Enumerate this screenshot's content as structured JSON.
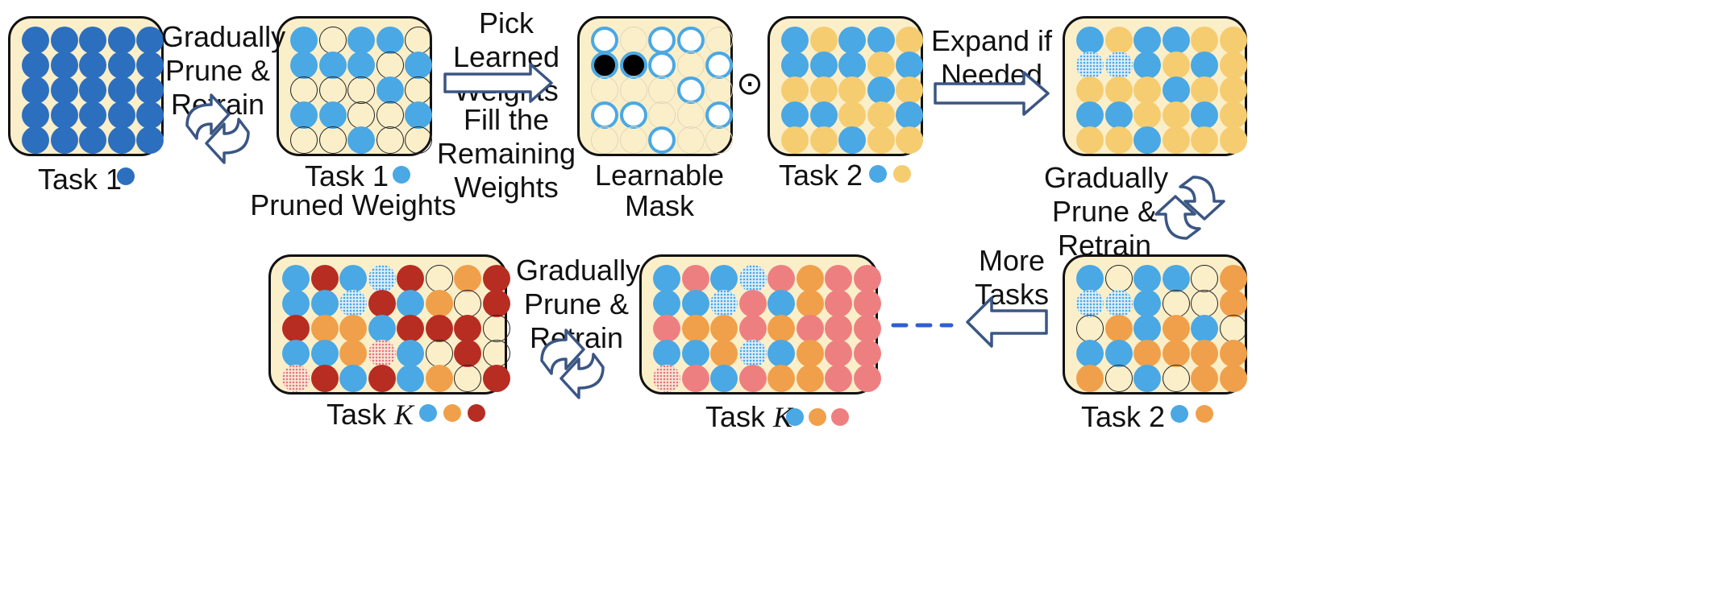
{
  "colors": {
    "task1": "#2d6fbf",
    "task1_pruned": "#4aa8e4",
    "task2": "#f6cc71",
    "taskK_orange": "#f0a04a",
    "taskK_pink": "#ee7f81",
    "taskK_red": "#b72d22",
    "panel_bg": "#fbefca",
    "arrow": "#3b5684"
  },
  "labels": {
    "task1": "Task 1",
    "task1_pruned_line1": "Task 1",
    "task1_pruned_line2": "Pruned Weights",
    "mask_line1": "Learnable",
    "mask_line2": "Mask",
    "task2_top": "Task 2",
    "task2_bottom": "Task 2",
    "taskK_left": "Task ",
    "taskK_middle": "Task ",
    "taskK_var": "K",
    "odot": "⊙"
  },
  "annotations": {
    "prune1": [
      "Gradually",
      "Prune &",
      "Retrain"
    ],
    "pick": [
      "Pick Learned",
      "Weights"
    ],
    "fill": [
      "Fill the",
      "Remaining",
      "Weights"
    ],
    "expand": [
      "Expand if",
      "Needed"
    ],
    "prune2": [
      "Gradually",
      "Prune &",
      "Retrain"
    ],
    "more": [
      "More",
      "Tasks"
    ],
    "prune3": [
      "Gradually",
      "Prune &",
      "Retrain"
    ]
  },
  "grids": {
    "legend_codes": "B=task1, L=task1 pruned, E=empty circle, Y=task2, O=orange, P=pink, R=red, s=stippled blue, q=stippled red, W=mask weight ring, K=mask black, F=faint mask ring",
    "task1": [
      "BBBBB",
      "BBBBB",
      "BBBBB",
      "BBBBB",
      "BBBBB"
    ],
    "task1_pruned": [
      "LELLE",
      "LLLEL",
      "EEELE",
      "LLEEL",
      "EELEE"
    ],
    "mask": [
      "WFWWF",
      "KKWFW",
      "FFFWF",
      "WWFFW",
      "FFWFF"
    ],
    "task2": [
      "LYLLY",
      "LLLYL",
      "YYYLY",
      "LLYYL",
      "YYLYY"
    ],
    "task2_expanded": [
      "LYLLYY",
      "ssLYLY",
      "YYYLYY",
      "LLYYLY",
      "YYLYYY"
    ],
    "task2_pruned": [
      "LELLEO",
      "ssLEEO",
      "EOLOLE",
      "LLOOOO",
      "OELEOO"
    ],
    "taskK_mid": [
      "LPLsPOPP",
      "LLsPLOPP",
      "POOPOPPP",
      "LLOsLOPP",
      "qPLPOOPP"
    ],
    "taskK_left": [
      "LRLsREOR",
      "LLsRLOER",
      "ROOLRRRE",
      "LLOqLERE",
      "qRLRLOER"
    ]
  }
}
